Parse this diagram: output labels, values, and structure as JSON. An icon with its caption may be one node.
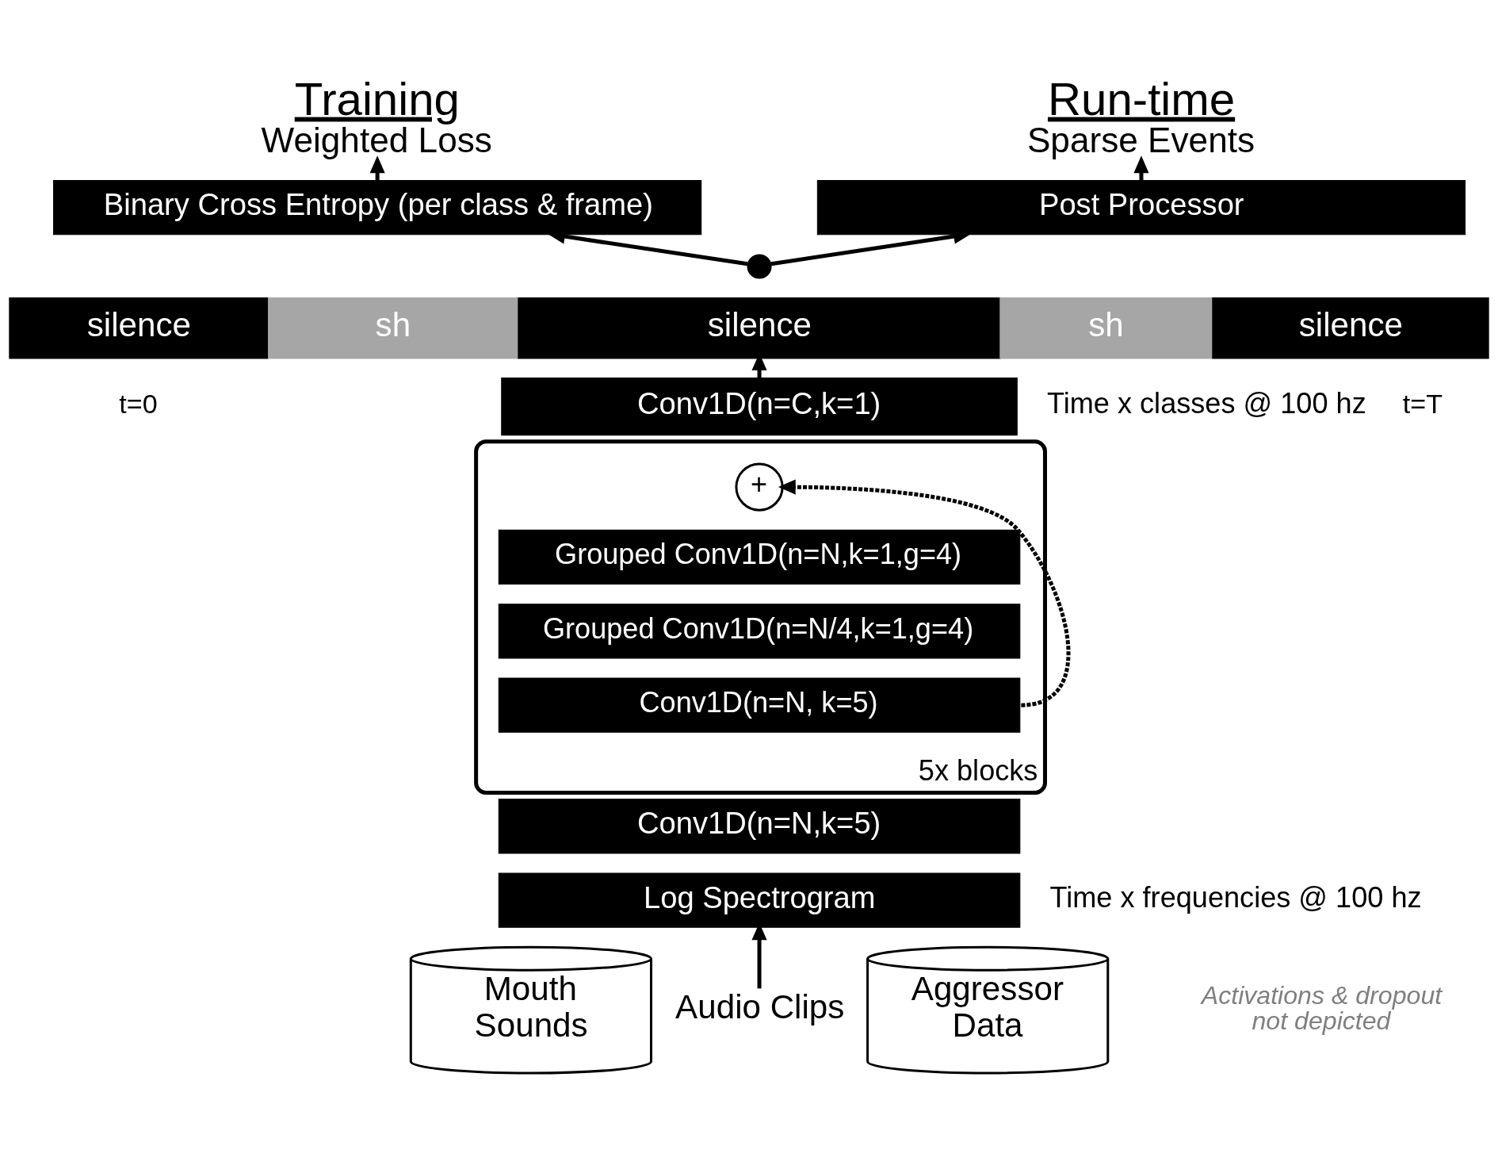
{
  "diagram": {
    "nodes": [
      {
        "text": [
          "Training",
          "Weighted Loss"
        ]
      },
      {
        "text": [
          "Run-time",
          "Sparse Events"
        ]
      },
      {
        "text": [
          "Binary Cross Entropy (per class & frame)"
        ]
      },
      {
        "text": [
          "Post Processor"
        ]
      },
      {
        "text": [],
        "shape": "circle"
      },
      {
        "text": [
          "silence"
        ]
      },
      {
        "text": [
          "sh"
        ]
      },
      {
        "text": [
          "silence"
        ]
      },
      {
        "text": [
          "sh"
        ]
      },
      {
        "text": [
          "silence"
        ]
      },
      {
        "text": [
          "Conv1D(n=C,k=1)"
        ],
        "beside": [
          "Time x classes @ 100 hz"
        ]
      },
      {
        "text": [
          "5x blocks"
        ]
      },
      {
        "text": [
          "+"
        ],
        "in": 11
      },
      {
        "text": [
          "Grouped Conv1D(n=N,k=1,g=4)"
        ],
        "in": 11
      },
      {
        "text": [
          "Grouped Conv1D(n=N/4,k=1,g=4)"
        ],
        "in": 11
      },
      {
        "text": [
          "Conv1D(n=N, k=5)"
        ],
        "in": 11
      },
      {
        "text": [
          "Conv1D(n=N,k=5)"
        ]
      },
      {
        "text": [
          "Log Spectrogram"
        ],
        "beside": [
          "Time x frequencies @ 100 hz"
        ]
      },
      {
        "text": [
          "Mouth Sounds"
        ]
      },
      {
        "text": [
          "Audio Clips"
        ]
      },
      {
        "text": [
          "Aggressor Data"
        ]
      }
    ],
    "edges": [
      {
        "from": 2,
        "to": 0,
        "arrow": "to"
      },
      {
        "from": 3,
        "to": 1,
        "arrow": "to"
      },
      {
        "from": 4,
        "to": 2,
        "arrow": "to"
      },
      {
        "from": 4,
        "to": 3,
        "arrow": "to"
      },
      {
        "from": 10,
        "to": 7,
        "arrow": "to"
      },
      {
        "from": 15,
        "to": 12,
        "arrow": "to",
        "style": "dashed"
      },
      {
        "from": 19,
        "to": 17,
        "arrow": "to"
      }
    ],
    "labels": [
      "t=0",
      "t=T",
      "Activations & dropout not depicted"
    ]
  }
}
